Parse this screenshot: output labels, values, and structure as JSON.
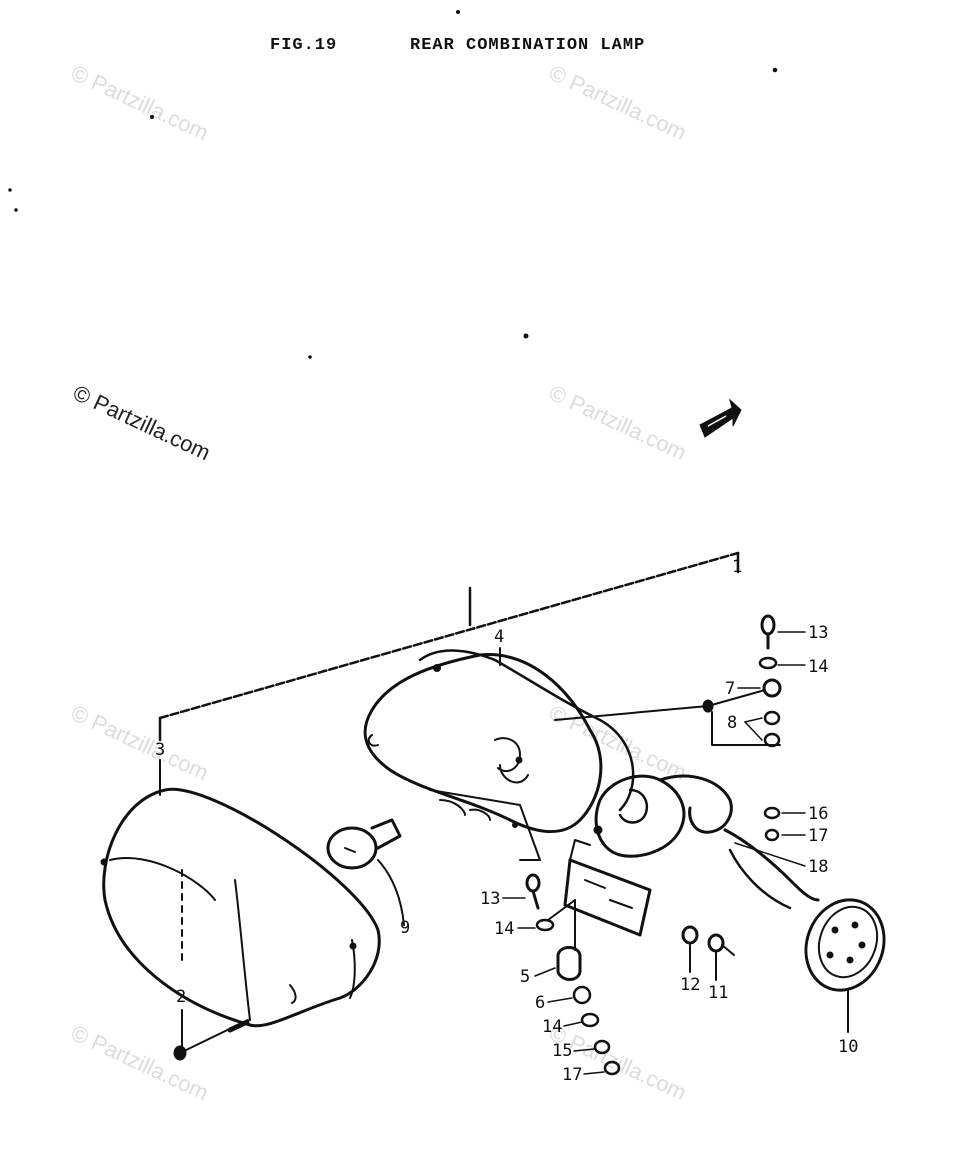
{
  "header": {
    "figure_number": "FIG.19",
    "title": "REAR COMBINATION LAMP"
  },
  "watermarks": [
    "© Partzilla.com",
    "© Partzilla.com",
    "© Partzilla.com",
    "© Partzilla.com",
    "© Partzilla.com",
    "© Partzilla.com",
    "© Partzilla.com",
    "© Partzilla.com"
  ],
  "callouts": [
    "1",
    "2",
    "3",
    "4",
    "5",
    "6",
    "7",
    "8",
    "9",
    "10",
    "11",
    "12",
    "13",
    "14",
    "13",
    "14",
    "14",
    "15",
    "16",
    "17",
    "17",
    "18"
  ],
  "direction_arrow_icon": "front-arrow-icon",
  "colors": {
    "ink": "#111111",
    "watermark": "#dcdcdc"
  }
}
